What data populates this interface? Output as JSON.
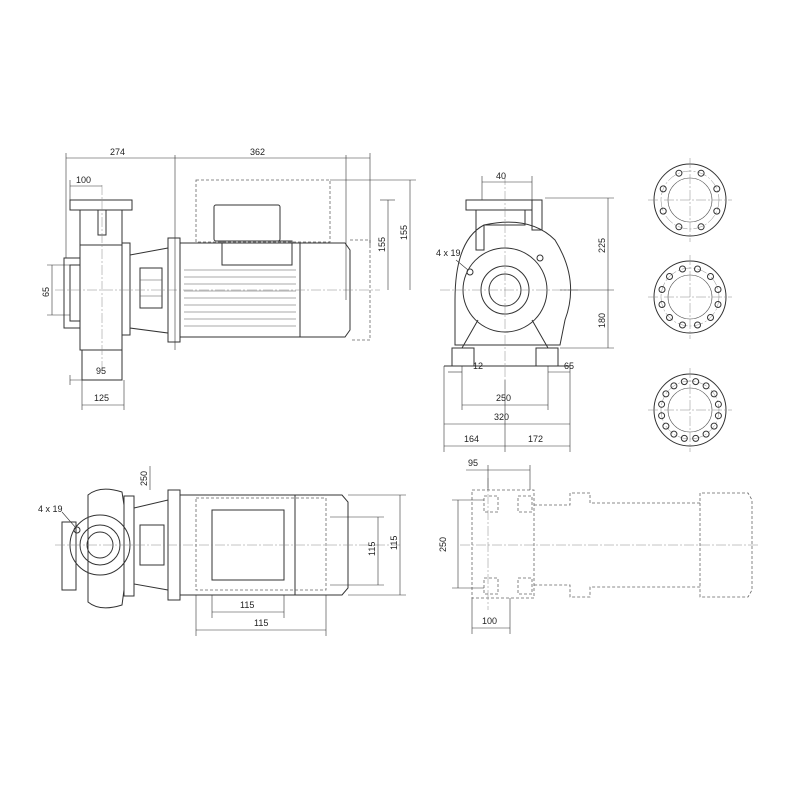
{
  "dimensions": {
    "side_top_total": "274",
    "side_motor_length": "362",
    "side_inlet_offset": "100",
    "side_height_a": "155",
    "side_height_b": "155",
    "side_flange_65": "65",
    "side_base_95": "95",
    "side_base_125": "125",
    "front_outlet_40": "40",
    "front_holes": "4 x 19",
    "front_height_225": "225",
    "front_height_180": "180",
    "front_12": "12",
    "front_65": "65",
    "front_250": "250",
    "front_320": "320",
    "front_164": "164",
    "front_172": "172",
    "plan_250": "250",
    "plan_holes": "4 x 19",
    "plan_115_a": "115",
    "plan_115_b": "115",
    "plan_115_c": "115",
    "plan_115_d": "115",
    "foot_95": "95",
    "foot_250": "250",
    "foot_100": "100"
  },
  "flanges": {
    "flange_1_bolts": 8,
    "flange_2_bolts": 12,
    "flange_3_bolts": 16
  }
}
